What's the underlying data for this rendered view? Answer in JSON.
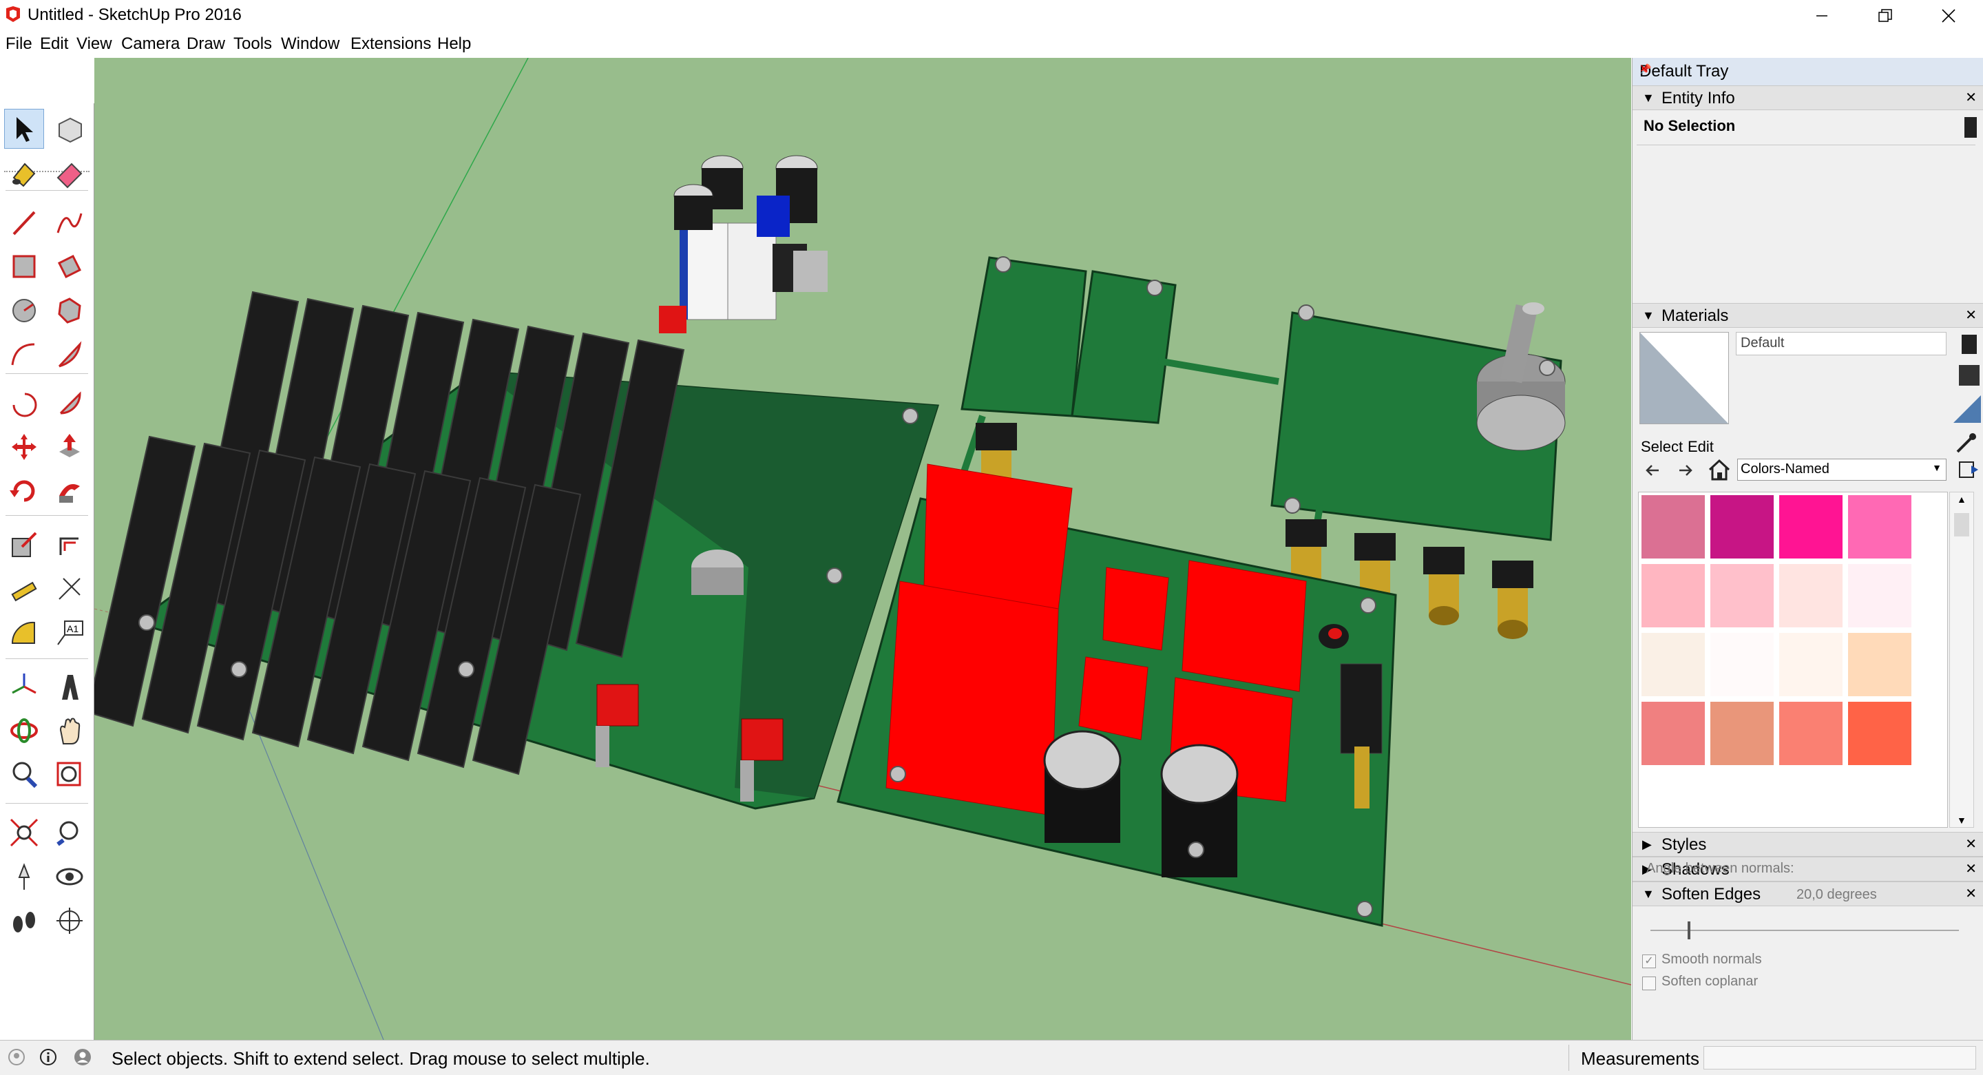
{
  "window": {
    "title": "Untitled - SketchUp Pro 2016"
  },
  "menu": [
    "File",
    "Edit",
    "View",
    "Camera",
    "Draw",
    "Tools",
    "Window",
    "Extensions",
    "Help"
  ],
  "tools": [
    {
      "icon": "select-arrow-icon"
    },
    {
      "icon": "make-component-icon"
    },
    {
      "icon": "paint-bucket-icon"
    },
    {
      "icon": "eraser-icon"
    },
    {
      "icon": "line-pencil-icon"
    },
    {
      "icon": "freehand-icon"
    },
    {
      "icon": "rectangle-icon"
    },
    {
      "icon": "rotated-rectangle-icon"
    },
    {
      "icon": "circle-icon"
    },
    {
      "icon": "polygon-icon"
    },
    {
      "icon": "arc-icon"
    },
    {
      "icon": "two-point-arc-icon"
    },
    {
      "icon": "three-point-arc-icon"
    },
    {
      "icon": "pie-icon"
    },
    {
      "icon": "move-icon"
    },
    {
      "icon": "push-pull-icon"
    },
    {
      "icon": "rotate-icon"
    },
    {
      "icon": "follow-me-icon"
    },
    {
      "icon": "scale-icon"
    },
    {
      "icon": "offset-icon"
    },
    {
      "icon": "tape-measure-icon"
    },
    {
      "icon": "dimension-icon"
    },
    {
      "icon": "protractor-icon"
    },
    {
      "icon": "text-icon"
    },
    {
      "icon": "axes-icon"
    },
    {
      "icon": "3d-text-icon"
    },
    {
      "icon": "orbit-icon"
    },
    {
      "icon": "pan-icon"
    },
    {
      "icon": "zoom-icon"
    },
    {
      "icon": "zoom-window-icon"
    },
    {
      "icon": "zoom-extents-icon"
    },
    {
      "icon": "previous-view-icon"
    },
    {
      "icon": "position-camera-icon"
    },
    {
      "icon": "look-around-icon"
    },
    {
      "icon": "walk-icon"
    },
    {
      "icon": "section-plane-icon"
    }
  ],
  "tray": {
    "title": "Default Tray",
    "entity_info": {
      "title": "Entity Info",
      "selection": "No Selection"
    },
    "materials": {
      "title": "Materials",
      "name_value": "Default",
      "tabs": [
        "Select",
        "Edit"
      ],
      "collection": "Colors-Named",
      "swatches": [
        "#db7093",
        "#c71585",
        "#ff1493",
        "#ff69b4",
        "#ffb6c1",
        "#ffc0cb",
        "#ffe4e1",
        "#fff0f5",
        "#faf0e6",
        "#fffafa",
        "#fff5ee",
        "#ffdab9",
        "#f08080",
        "#e9967a",
        "#fa8072",
        "#ff6347"
      ]
    },
    "styles": {
      "title": "Styles"
    },
    "shadows": {
      "title": "Shadows"
    },
    "soften_edges": {
      "title": "Soften Edges",
      "angle_label": "Angle between normals:",
      "angle_value": "20,0  degrees",
      "smooth_normals": "Smooth normals",
      "soften_coplanar": "Soften coplanar",
      "smooth_checked": true,
      "coplanar_checked": false
    }
  },
  "status": {
    "hint": "Select objects. Shift to extend select. Drag mouse to select multiple.",
    "measurements_label": "Measurements"
  },
  "colors": {
    "viewport_bg": "#98bd8c",
    "pcb_green": "#1f7a3a",
    "pcb_dark": "#1a5c30",
    "battery_black": "#1c1c1c",
    "transformer_red": "#ff0000",
    "capacitor_black": "#121212"
  }
}
